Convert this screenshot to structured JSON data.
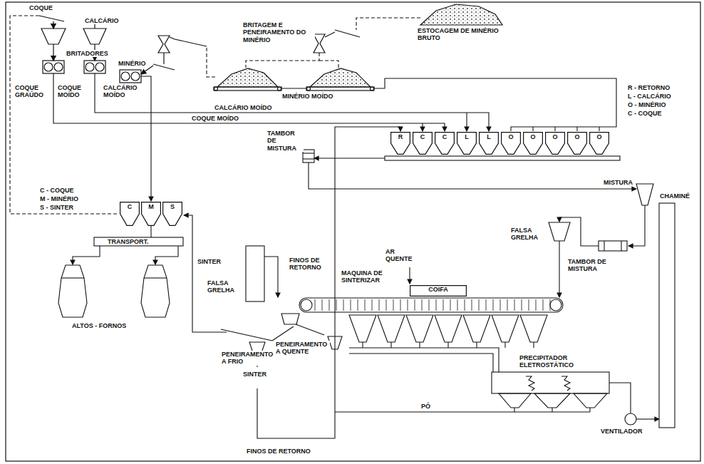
{
  "diagram": {
    "nodes": [
      {
        "text": [
          "R"
        ]
      },
      {
        "text": [
          "C"
        ]
      },
      {
        "text": [
          "C"
        ]
      },
      {
        "text": [
          "L"
        ]
      },
      {
        "text": [
          "L"
        ]
      },
      {
        "text": [
          "O"
        ]
      },
      {
        "text": [
          "O"
        ]
      },
      {
        "text": [
          "O"
        ]
      },
      {
        "text": [
          "O"
        ]
      },
      {
        "text": [
          "O"
        ]
      },
      {
        "text": [
          "C"
        ]
      },
      {
        "text": [
          "M"
        ]
      },
      {
        "text": [
          "S"
        ]
      },
      {
        "text": [
          "COIFA"
        ]
      }
    ],
    "labels": [
      "COQUE",
      "CALCÁRIO",
      "BRITAGEM E PENEIRAMENTO DO MINÉRIO",
      "ESTOCAGEM DE MINÉRIO BRUTO",
      "BRITADORES",
      "MINÉRIO",
      "MINÉRIO MOÍDO",
      "R - RETORNO",
      "L - CALCÁRIO",
      "O - MINÉRIO",
      "C - COQUE",
      "COQUE GRAÚDO",
      "COQUE MOÍDO",
      "CALCÁRIO MOÍDO",
      "CALCÁRIO MOÍDO",
      "COQUE MOÍDO",
      "TAMBOR DE MISTURA",
      "C - COQUE",
      "M - MINÉRIO",
      "S - SINTER",
      "MISTURA",
      "CHAMINÉ",
      "TRANSPORT.",
      "SINTER",
      "FINOS DE RETORNO",
      "AR QUENTE",
      "FALSA GRELHA",
      "MAQUINA DE SINTERIZAR",
      "FALSA GRELHA",
      "TAMBOR DE MISTURA",
      "ALTOS - FORNOS",
      "PENEIRAMENTO A FRIO",
      "PENEIRAMENTO A QUENTE",
      "PRECIPITADOR ELETROSTÁTICO",
      "SINTER",
      "PÓ",
      "VENTILADOR",
      "FINOS DE RETORNO"
    ]
  }
}
